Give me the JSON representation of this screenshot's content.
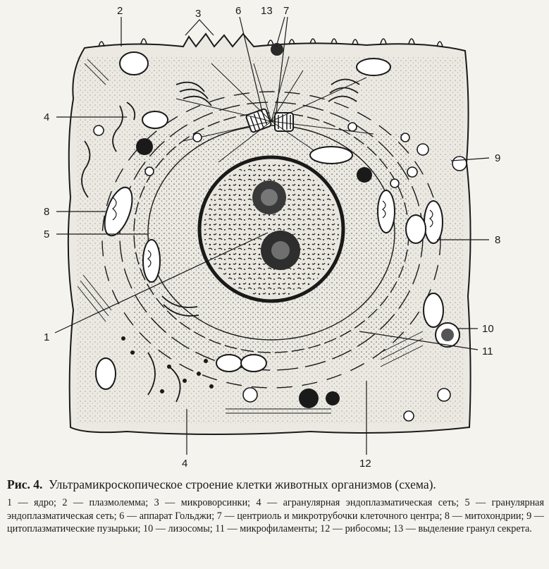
{
  "labels": {
    "l1": "1",
    "l2": "2",
    "l3": "3",
    "l4a": "4",
    "l4b": "4",
    "l5": "5",
    "l6": "6",
    "l7": "7",
    "l8a": "8",
    "l8b": "8",
    "l9": "9",
    "l10": "10",
    "l11": "11",
    "l12": "12",
    "l13": "13"
  },
  "caption": {
    "fig_number": "Рис. 4.",
    "title": "Ультрамикроскопическое строение клетки животных организмов (схема).",
    "legend": "1 — ядро; 2 — плазмолемма; 3 — микроворсинки; 4 — агранулярная эндоплазматическая сеть; 5 — гранулярная эндоплазматическая сеть; 6 — аппарат Гольджи; 7 — центриоль и микротрубочки клеточного центра; 8 — митохондрии; 9 — цитоплазматические пузырьки; 10 — лизосомы; 11 — микрофиламенты; 12 — рибосомы; 13 — выделение гранул секрета."
  }
}
